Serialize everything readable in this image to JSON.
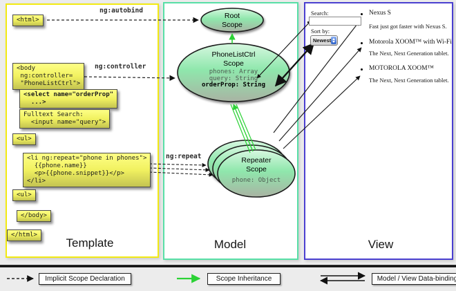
{
  "template": {
    "label": "Template",
    "ng_autobind": "ng:autobind",
    "ng_controller": "ng:controller",
    "ng_repeat": "ng:repeat",
    "boxes": {
      "html_open": "<html>",
      "body_open": "<body\n ng:controller=\n \"PhoneListCtrl\">",
      "select": "<select name=\"orderProp\"\n  ...>",
      "fulltext": "Fulltext Search:\n  <input name=\"query\">",
      "ul_open": "<ul>",
      "li_repeat": "<li ng:repeat=\"phone in phones\">\n  {{phone.name}}\n  <p>{{phone.snippet}}</p>\n</li>",
      "ul_close": "<ul>",
      "body_close": "</body>",
      "html_close": "</html>"
    }
  },
  "model": {
    "label": "Model",
    "root_scope_title": "Root\nScope",
    "phonelist": {
      "title": "PhoneListCtrl\nScope",
      "prop_phones": "phones: Array",
      "prop_query": "query: String",
      "prop_orderprop": "orderProp: String"
    },
    "repeater": {
      "title": "Repeater\nScope",
      "prop_phone": "phone: Object"
    }
  },
  "view": {
    "label": "View",
    "search_label": "Search:",
    "search_value": "",
    "sort_label": "Sort by:",
    "sort_value": "Newest",
    "items": [
      {
        "name": "Nexus S",
        "desc": "Fast just got faster with Nexus S."
      },
      {
        "name": "Motorola XOOM™ with Wi-Fi",
        "desc": "The Next, Next Generation tablet."
      },
      {
        "name": "MOTOROLA XOOM™",
        "desc": "The Next, Next Generation tablet."
      }
    ]
  },
  "legend": {
    "implicit": "Implicit Scope Declaration",
    "inheritance": "Scope Inheritance",
    "databinding": "Model / View Data-binding"
  },
  "colors": {
    "template_border": "#f2ea12",
    "model_border": "#57dfa6",
    "view_border": "#4a3fd0",
    "code_box_yellow": "#f1f160",
    "scope_green_top": "#d5f6de",
    "scope_green_mid": "#8fe7ac",
    "scope_green_bottom": "#a9b3a3",
    "inheritance_arrow": "#2bd235",
    "stepper_blue": "#2e62c9"
  }
}
